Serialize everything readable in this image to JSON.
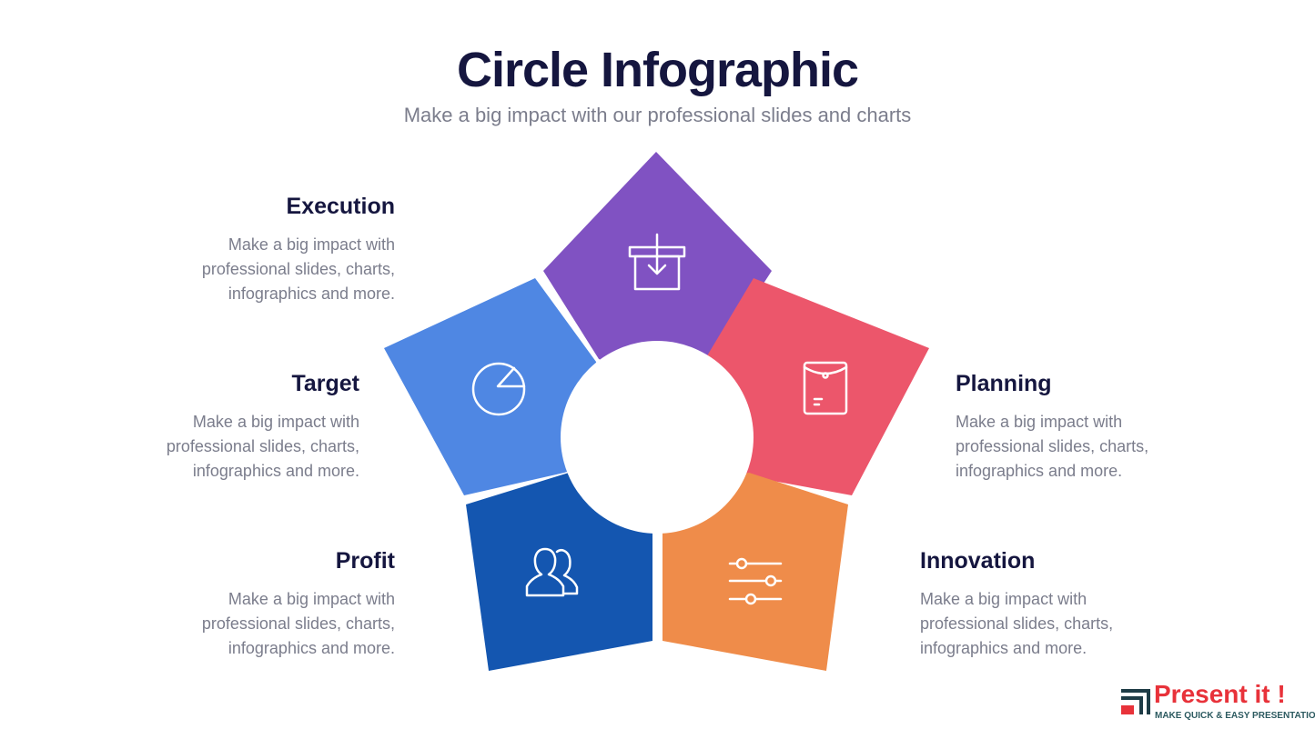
{
  "header": {
    "title": "Circle Infographic",
    "subtitle": "Make a big impact with our professional slides and charts"
  },
  "items": [
    {
      "title": "Execution",
      "text": "Make a big impact with professional slides, charts, infographics and more.",
      "color": "#8052c2",
      "icon": "box-download-icon"
    },
    {
      "title": "Planning",
      "text": "Make a big impact with professional slides, charts, infographics and more.",
      "color": "#ec566b",
      "icon": "envelope-icon"
    },
    {
      "title": "Innovation",
      "text": "Make a big impact with professional slides, charts, infographics and more.",
      "color": "#ef8c4a",
      "icon": "sliders-icon"
    },
    {
      "title": "Profit",
      "text": "Make a big impact with professional slides, charts, infographics and more.",
      "color": "#1456b0",
      "icon": "users-icon"
    },
    {
      "title": "Target",
      "text": "Make a big impact with professional slides, charts, infographics and more.",
      "color": "#4f87e3",
      "icon": "pie-chart-icon"
    }
  ],
  "logo": {
    "name": "Present it !",
    "tagline": "MAKE QUICK & EASY PRESENTATIONS"
  }
}
